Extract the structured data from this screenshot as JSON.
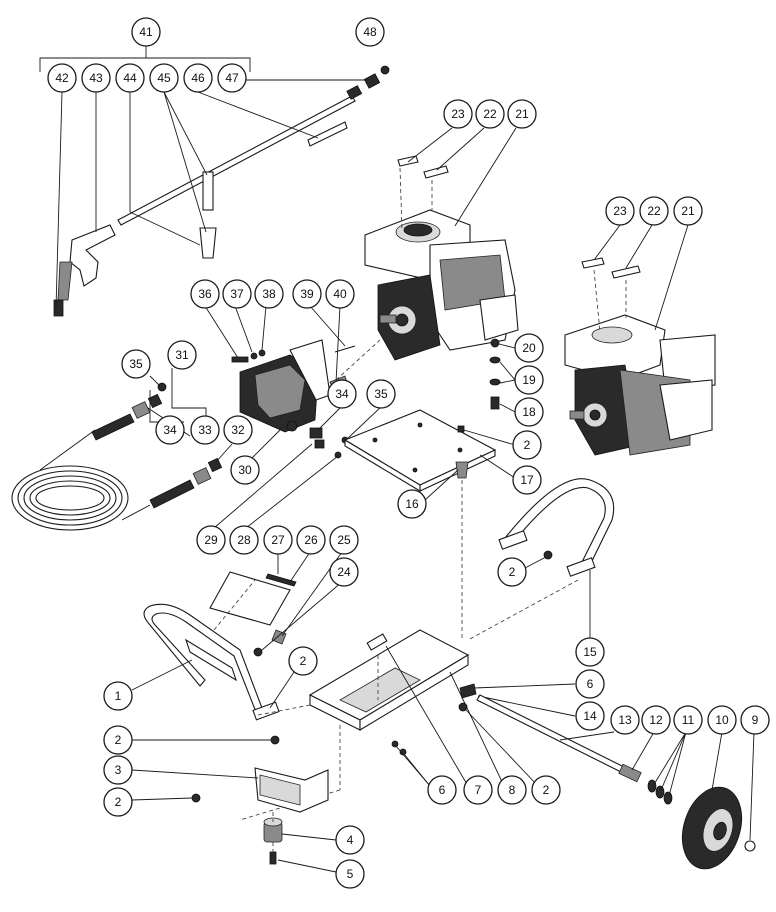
{
  "callouts": {
    "c41": "41",
    "c48": "48",
    "c42": "42",
    "c43": "43",
    "c44": "44",
    "c45": "45",
    "c46": "46",
    "c47": "47",
    "c23a": "23",
    "c22a": "22",
    "c21a": "21",
    "c23b": "23",
    "c22b": "22",
    "c21b": "21",
    "c36": "36",
    "c37": "37",
    "c38": "38",
    "c39": "39",
    "c40": "40",
    "c20": "20",
    "c19": "19",
    "c18": "18",
    "c35a": "35",
    "c31": "31",
    "c34a": "34",
    "c35b": "35",
    "c34b": "34",
    "c33": "33",
    "c32": "32",
    "c30": "30",
    "c2a": "2",
    "c17": "17",
    "c16": "16",
    "c29": "29",
    "c28": "28",
    "c27": "27",
    "c26": "26",
    "c25": "25",
    "c24": "24",
    "c2b": "2",
    "c15": "15",
    "c1": "1",
    "c2c": "2",
    "c6a": "6",
    "c14": "14",
    "c13": "13",
    "c12": "12",
    "c11": "11",
    "c10": "10",
    "c9": "9",
    "c2d": "2",
    "c3": "3",
    "c2e": "2",
    "c6b": "6",
    "c7": "7",
    "c8": "8",
    "c2f": "2",
    "c4": "4",
    "c5": "5"
  }
}
